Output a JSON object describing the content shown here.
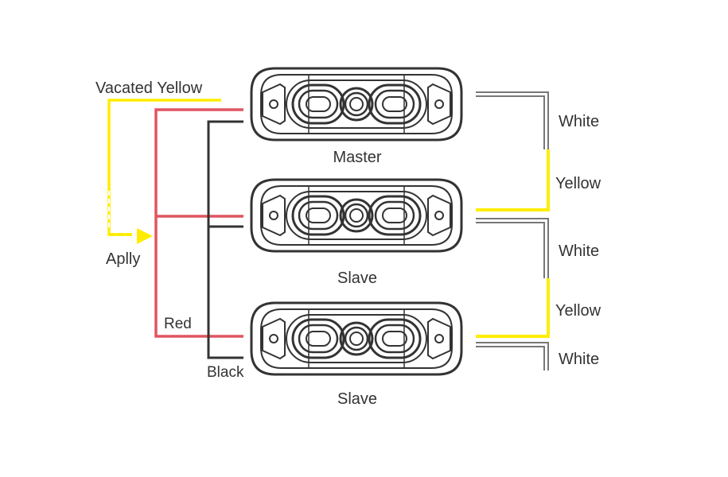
{
  "labels": {
    "vacated_yellow": "Vacated Yellow",
    "apply": "Aplly",
    "red": "Red",
    "black": "Black"
  },
  "lights": [
    {
      "name": "Master"
    },
    {
      "name": "Slave"
    },
    {
      "name": "Slave"
    }
  ],
  "right_wires": [
    "White",
    "Yellow",
    "White",
    "Yellow",
    "White"
  ],
  "colors": {
    "yellow_wire": "#ffed00",
    "red_wire": "#e05561",
    "black_wire": "#333333",
    "white_wire": "#9a9a9a",
    "outline": "#333333"
  }
}
